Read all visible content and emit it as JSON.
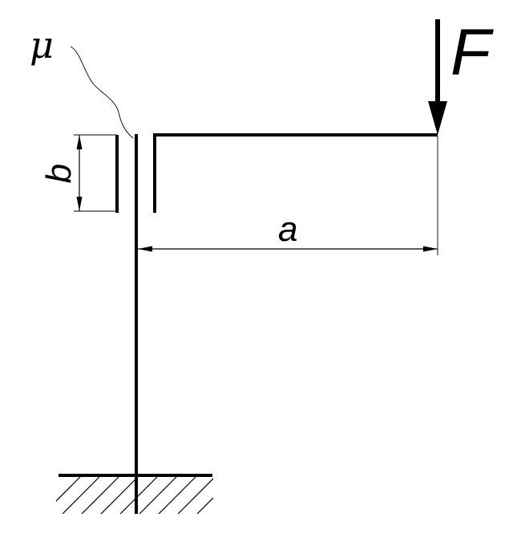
{
  "labels": {
    "force": "F",
    "length_a": "a",
    "length_b": "b",
    "friction_coefficient": "μ"
  },
  "colors": {
    "ink": "#000000",
    "background": "#ffffff"
  }
}
